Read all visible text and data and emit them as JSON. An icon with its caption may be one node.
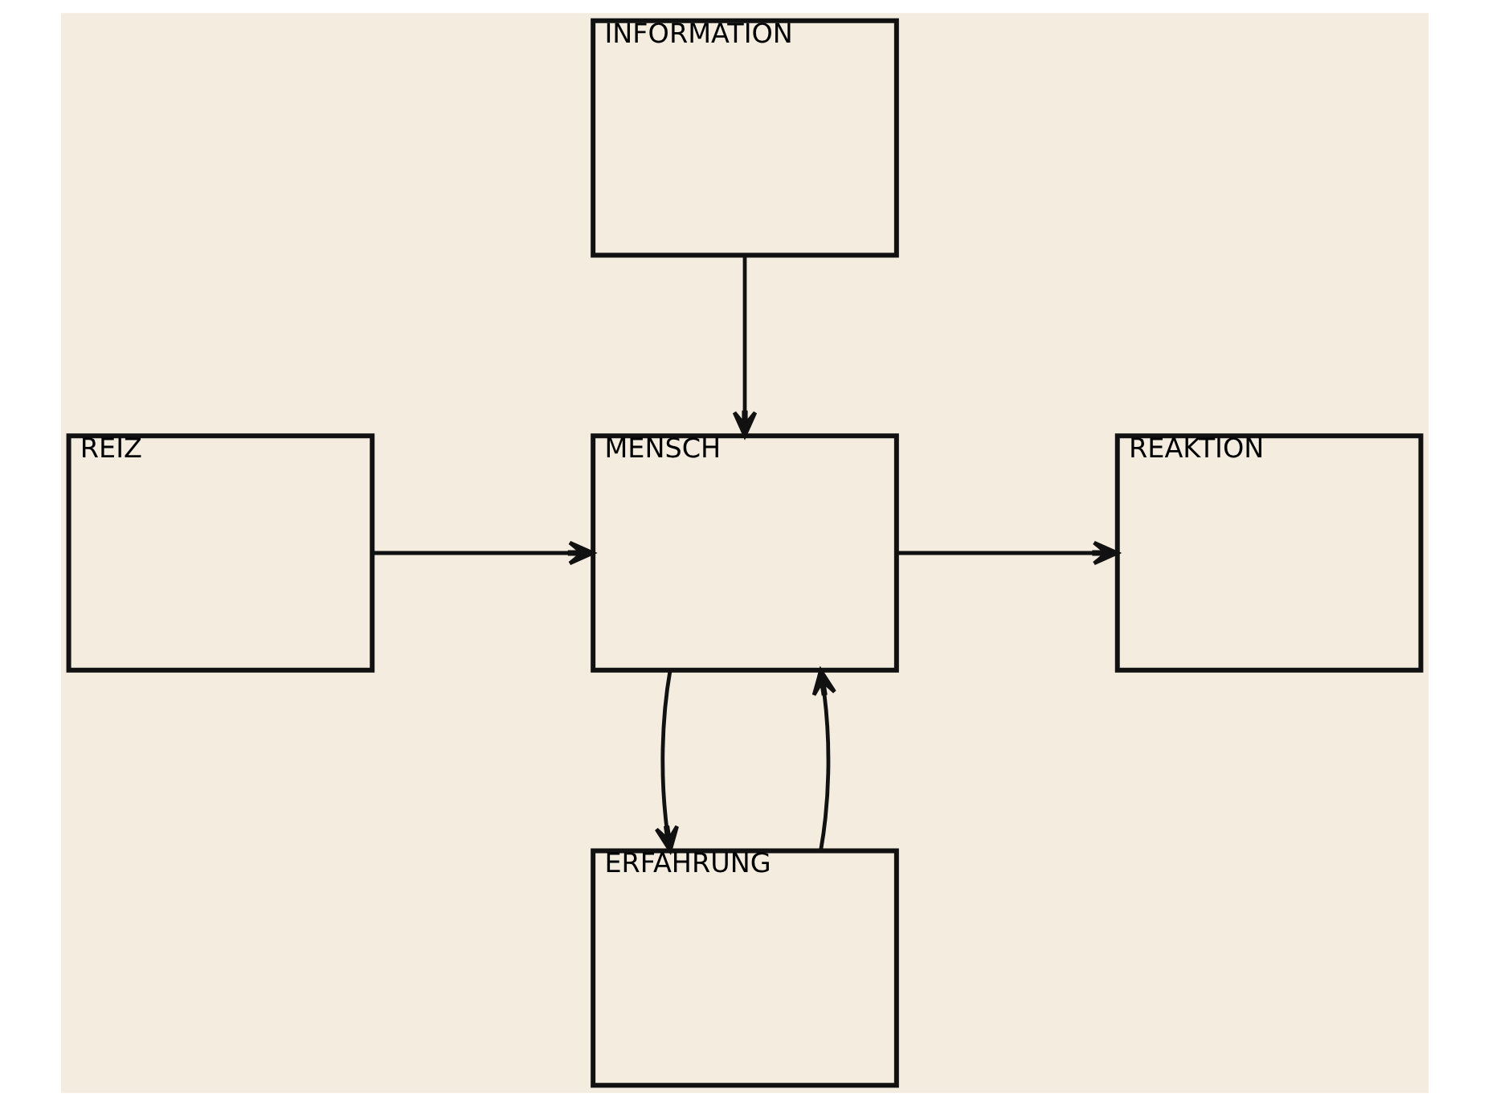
{
  "diagram": {
    "nodes": [
      {
        "text": [
          "INFORMATION"
        ]
      },
      {
        "text": [
          "REIZ"
        ]
      },
      {
        "text": [
          "MENSCH"
        ]
      },
      {
        "text": [
          "REAKTION"
        ]
      },
      {
        "text": [
          "ERFAHRUNG"
        ]
      }
    ],
    "edges": [
      {
        "from": 0,
        "to": 2,
        "arrow": "to"
      },
      {
        "from": 1,
        "to": 2,
        "arrow": "to"
      },
      {
        "from": 2,
        "to": 3,
        "arrow": "to"
      },
      {
        "from": 4,
        "to": 2,
        "arrow": "to"
      },
      {
        "from": 2,
        "to": 4,
        "arrow": "to"
      }
    ]
  }
}
